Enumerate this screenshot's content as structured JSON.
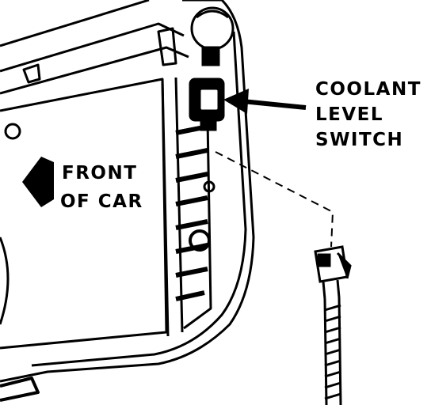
{
  "labels": {
    "coolant_line1": "COOLANT",
    "coolant_line2": "LEVEL",
    "coolant_line3": "SWITCH",
    "front_line1": "FRONT",
    "front_line2": "OF CAR"
  },
  "colors": {
    "ink": "#000000",
    "paper": "#ffffff"
  }
}
